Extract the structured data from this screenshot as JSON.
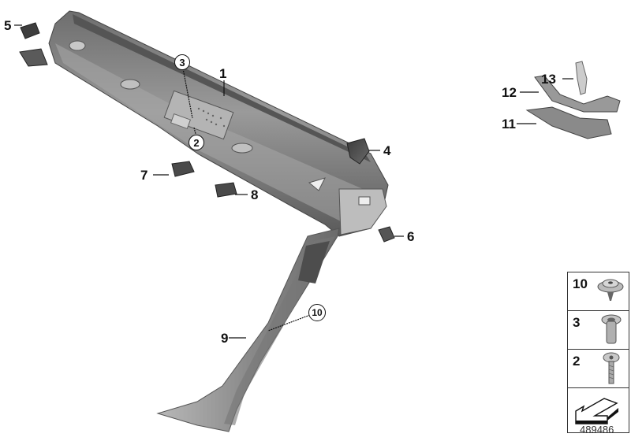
{
  "diagram": {
    "type": "exploded-parts-diagram",
    "subject": "Interior trim panels (roof frame trim / pillar trim)",
    "image_number": "489486",
    "callouts": [
      {
        "id": "1",
        "label": "1",
        "style": "plain"
      },
      {
        "id": "2",
        "label": "2",
        "style": "circled"
      },
      {
        "id": "3",
        "label": "3",
        "style": "circled"
      },
      {
        "id": "4",
        "label": "4",
        "style": "plain"
      },
      {
        "id": "5",
        "label": "5",
        "style": "plain"
      },
      {
        "id": "6",
        "label": "6",
        "style": "plain"
      },
      {
        "id": "7",
        "label": "7",
        "style": "plain"
      },
      {
        "id": "8",
        "label": "8",
        "style": "plain"
      },
      {
        "id": "9",
        "label": "9",
        "style": "plain"
      },
      {
        "id": "10",
        "label": "10",
        "style": "circled"
      },
      {
        "id": "11",
        "label": "11",
        "style": "plain"
      },
      {
        "id": "12",
        "label": "12",
        "style": "plain"
      },
      {
        "id": "13",
        "label": "13",
        "style": "plain"
      }
    ],
    "legend": {
      "items": [
        {
          "number": "10",
          "part": "clip-icon"
        },
        {
          "number": "3",
          "part": "sleeve-nut-icon"
        },
        {
          "number": "2",
          "part": "screw-icon"
        },
        {
          "number": "",
          "part": "direction-arrow-icon"
        }
      ]
    }
  }
}
